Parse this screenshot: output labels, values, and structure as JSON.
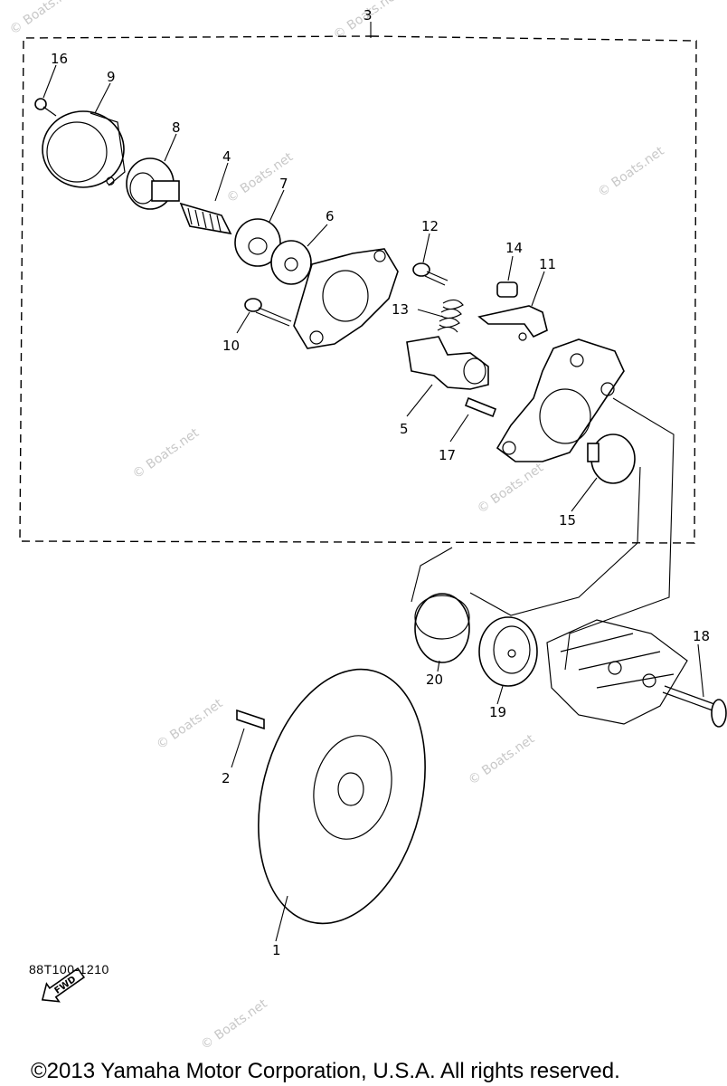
{
  "diagram": {
    "callouts": [
      "1",
      "2",
      "3",
      "4",
      "5",
      "6",
      "7",
      "8",
      "9",
      "10",
      "11",
      "12",
      "13",
      "14",
      "15",
      "16",
      "17",
      "18",
      "19",
      "20"
    ],
    "watermark": "© Boats.net",
    "fwd_label": "FWD"
  },
  "footer": {
    "code": "88T100-1210",
    "copyright": "©2013 Yamaha Motor Corporation, U.S.A. All rights reserved."
  }
}
